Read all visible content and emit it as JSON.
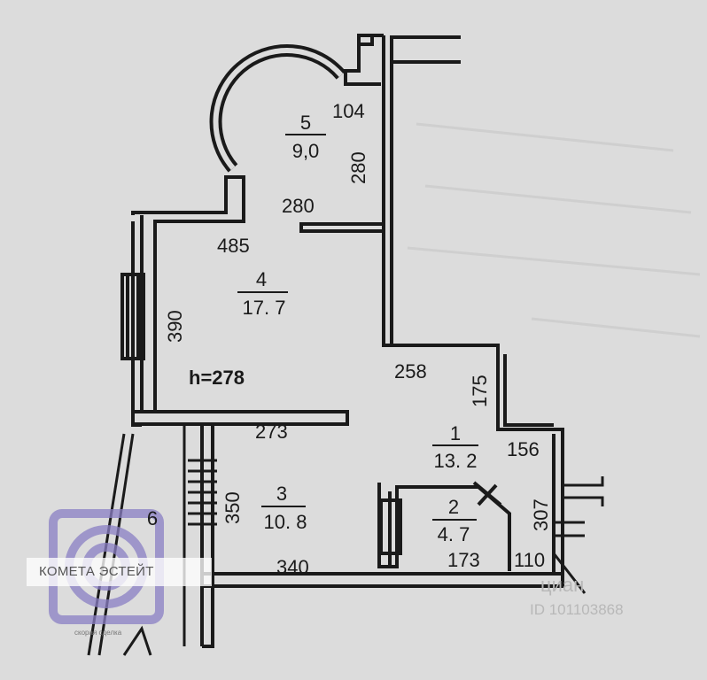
{
  "rooms": [
    {
      "number": "5",
      "area": "9,0"
    },
    {
      "number": "4",
      "area": "17. 7"
    },
    {
      "number": "3",
      "area": "10. 8"
    },
    {
      "number": "1",
      "area": "13. 2"
    },
    {
      "number": "2",
      "area": "4. 7"
    },
    {
      "number": "6"
    }
  ],
  "dimensions": [
    "104",
    "280",
    "280",
    "485",
    "390",
    "258",
    "175",
    "273",
    "156",
    "350",
    "307",
    "340",
    "173",
    "110"
  ],
  "ceiling_height": "h=278",
  "watermark": {
    "agency": "КОМЕТА ЭСТЕЙТ",
    "tagline": "скорая сделка",
    "site_mark": "циан",
    "listing_id": "ID 101103868"
  },
  "colors": {
    "paper": "#dcdcdc",
    "wall": "#1a1a1a",
    "logo": "#8a7fc4"
  }
}
